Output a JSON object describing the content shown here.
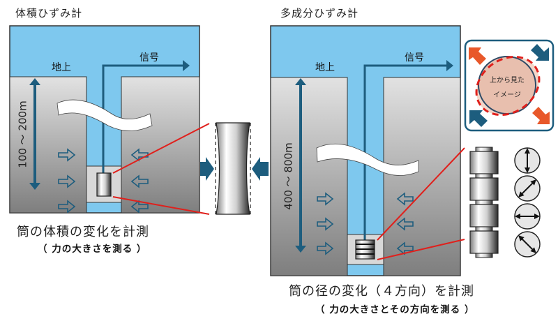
{
  "left_diagram": {
    "title": "体積ひずみ計",
    "ground_label": "地上",
    "signal_label": "信号",
    "depth_label": "100 ～ 200m",
    "caption_main": "筒の体積の変化を計測",
    "caption_sub": "（ 力の大きさを測る ）"
  },
  "right_diagram": {
    "title": "多成分ひずみ計",
    "ground_label": "地上",
    "signal_label": "信号",
    "depth_label": "400 ～ 800m",
    "caption_main": "筒の径の変化（４方向）を計測",
    "caption_sub": "（ 力の大きさとその方向を測る ）",
    "top_view_label_line1": "上から見た",
    "top_view_label_line2": "イメージ"
  },
  "measurement_directions": [
    "vertical",
    "diagonal-up-right",
    "horizontal",
    "diagonal-down-right"
  ],
  "colors": {
    "sky": "#7ec8ee",
    "arrow_blue": "#1d5d7e",
    "ground_gray": "#b5b5b5",
    "red_line": "#e0201c",
    "orange_arrow": "#e8582a",
    "pink_fill": "#e8bfae"
  }
}
